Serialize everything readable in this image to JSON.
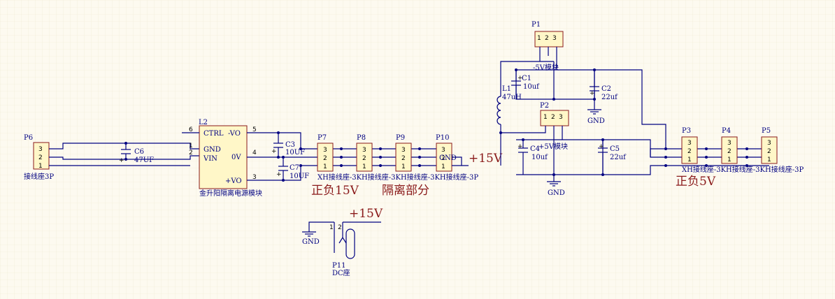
{
  "annotations": {
    "plus15_a": "+15V",
    "plus15_b": "+15V",
    "pos_neg_15": "正负15V",
    "isolation": "隔离部分",
    "pos_neg_5": "正负5V"
  },
  "gnd_label": "GND",
  "L2": {
    "ref": "L2",
    "name": "金升阳隔离电源模块",
    "ctrl": "CTRL",
    "gnd": "GND",
    "vin": "VIN",
    "nvo": "-VO",
    "zero": "0V",
    "pvo": "+VO",
    "p6": "6",
    "p1": "1",
    "p2": "2",
    "p5": "5",
    "p4": "4",
    "p3": "3"
  },
  "P6": {
    "ref": "P6",
    "name": "接线座3P",
    "pins": [
      "3",
      "2",
      "1"
    ]
  },
  "C6": {
    "ref": "C6",
    "value": "47UF"
  },
  "C3": {
    "ref": "C3",
    "value": "10UF"
  },
  "C7": {
    "ref": "C7",
    "value": "10UF"
  },
  "P7": {
    "ref": "P7",
    "pins": [
      "3",
      "2",
      "1"
    ]
  },
  "P8": {
    "ref": "P8",
    "pins": [
      "3",
      "2",
      "1"
    ]
  },
  "P9": {
    "ref": "P9",
    "pins": [
      "3",
      "2",
      "1"
    ]
  },
  "P10": {
    "ref": "P10",
    "pins": [
      "3",
      "2",
      "1"
    ]
  },
  "xh_left": "XH接线座-3KH接线座-3KH接线座-3KH接线座-3P",
  "P11": {
    "ref": "P11",
    "name": "DC座",
    "p1": "1",
    "p2": "2"
  },
  "L1": {
    "ref": "L1",
    "value": "47uH"
  },
  "P1": {
    "ref": "P1",
    "name": "-5V模块",
    "pins": [
      "1",
      "2",
      "3"
    ]
  },
  "P2": {
    "ref": "P2",
    "name": "+5V模块",
    "pins": [
      "1",
      "2",
      "3"
    ]
  },
  "C1": {
    "ref": "C1",
    "value": "10uf"
  },
  "C2": {
    "ref": "C2",
    "value": "22uf"
  },
  "C4": {
    "ref": "C4",
    "value": "10uf"
  },
  "C5": {
    "ref": "C5",
    "value": "22uf"
  },
  "P3": {
    "ref": "P3",
    "pins": [
      "3",
      "2",
      "1"
    ]
  },
  "P4": {
    "ref": "P4",
    "pins": [
      "3",
      "2",
      "1"
    ]
  },
  "P5": {
    "ref": "P5",
    "pins": [
      "3",
      "2",
      "1"
    ]
  },
  "xh_right": "XH接线座-3KH接线座-3KH接线座-3P",
  "cap_plus": "+"
}
